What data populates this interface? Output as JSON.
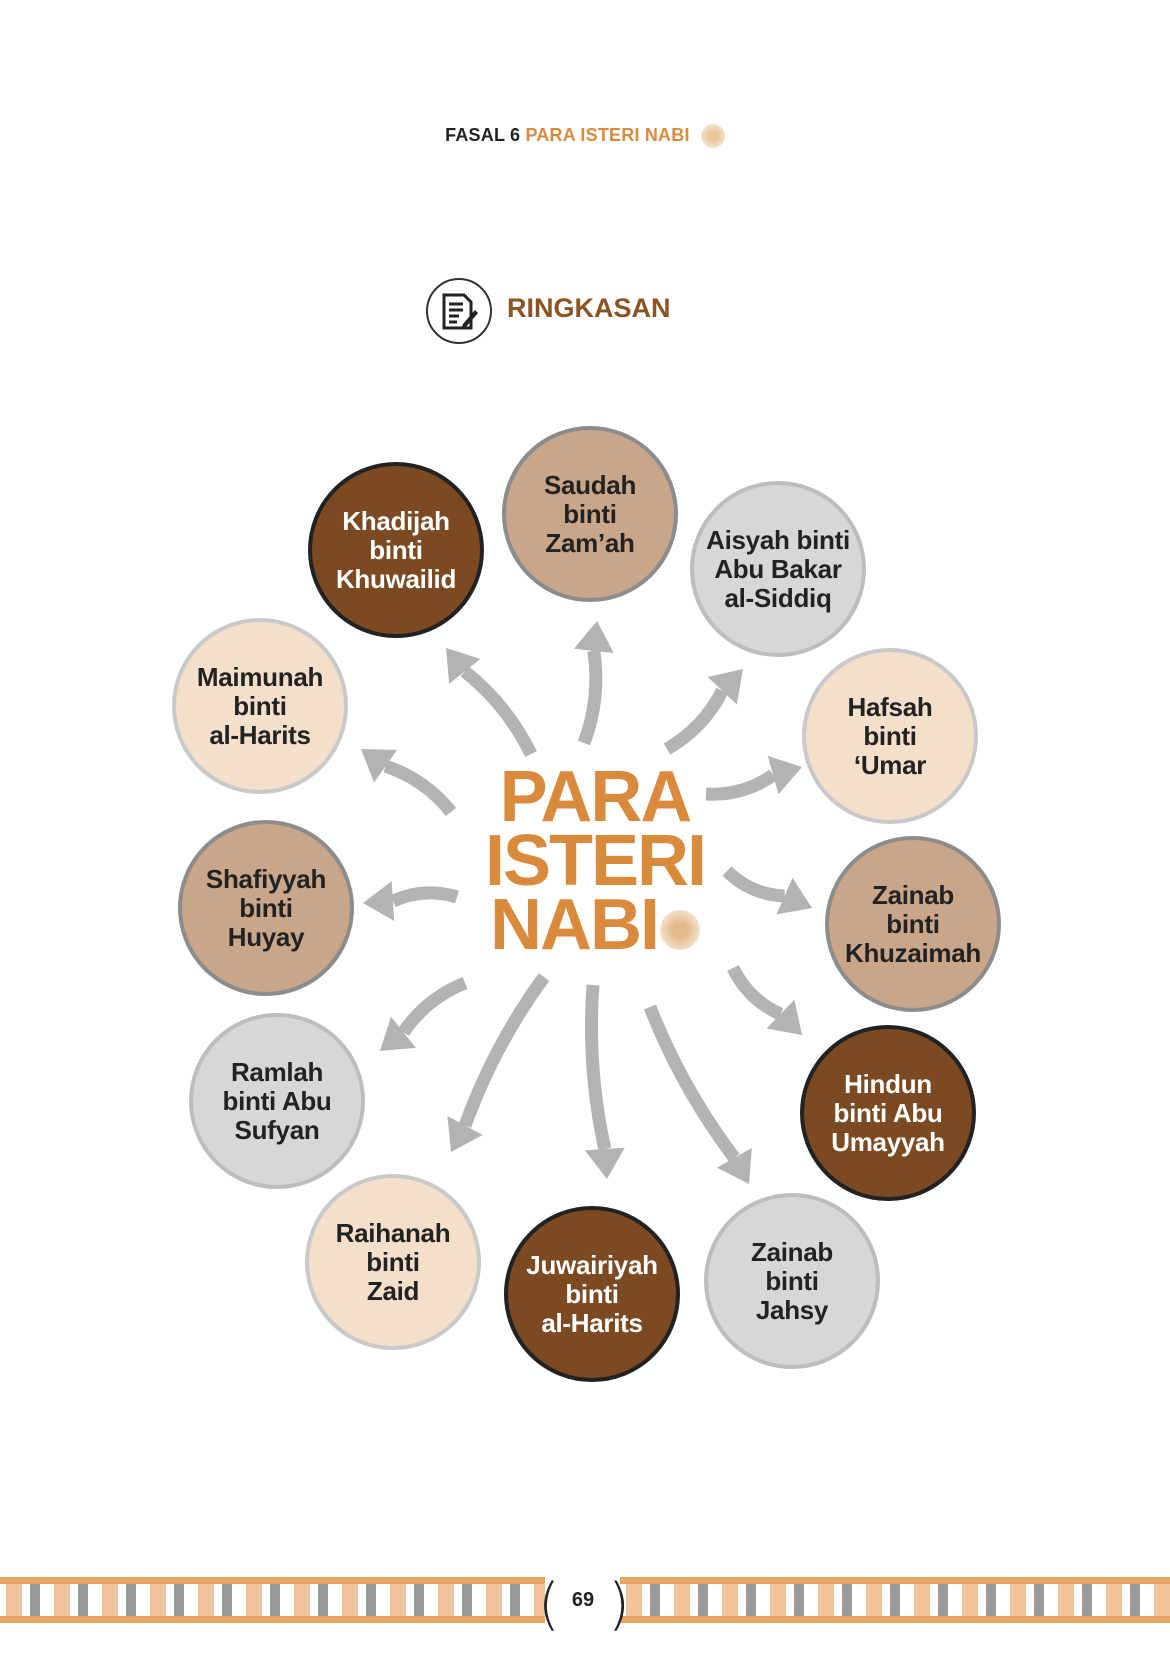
{
  "header": {
    "chapter": "FASAL 6",
    "title": "PARA ISTERI NABI"
  },
  "section": {
    "title": "RINGKASAN",
    "icon": "document-edit-icon"
  },
  "center": {
    "line1": "PARA",
    "line2": "ISTERI",
    "line3": "NABI"
  },
  "wives": [
    {
      "name": "Khadijah\nbinti\nKhuwailid",
      "color": "#7b4a22"
    },
    {
      "name": "Saudah\nbinti\nZam’ah",
      "color": "#c9a589"
    },
    {
      "name": "Aisyah binti\nAbu Bakar\nal-Siddiq",
      "color": "#d7d7d7"
    },
    {
      "name": "Hafsah\nbinti\n‘Umar",
      "color": "#f4dfcb"
    },
    {
      "name": "Zainab\nbinti\nKhuzaimah",
      "color": "#c9a589"
    },
    {
      "name": "Hindun\nbinti Abu\nUmayyah",
      "color": "#7b4a22"
    },
    {
      "name": "Zainab\nbinti\nJahsy",
      "color": "#d7d7d7"
    },
    {
      "name": "Juwairiyah\nbinti\nal-Harits",
      "color": "#7b4a22"
    },
    {
      "name": "Raihanah\nbinti\nZaid",
      "color": "#f4dfcb"
    },
    {
      "name": "Ramlah\nbinti Abu\nSufyan",
      "color": "#d7d7d7"
    },
    {
      "name": "Shafiyyah\nbinti\nHuyay",
      "color": "#c9a589"
    },
    {
      "name": "Maimunah\nbinti\nal-Harits",
      "color": "#f4dfcb"
    }
  ],
  "footer": {
    "page_number": "69"
  }
}
